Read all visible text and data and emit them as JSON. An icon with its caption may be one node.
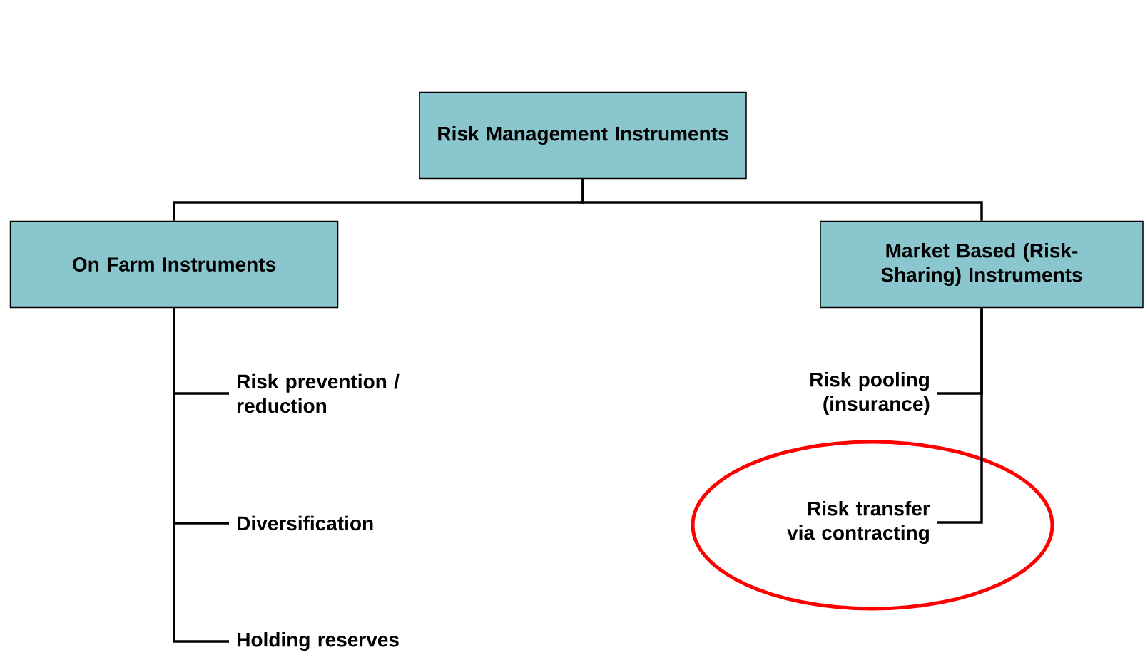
{
  "diagram": {
    "nodes": [
      {
        "text": [
          "Risk Management Instruments"
        ]
      },
      {
        "text": [
          "On Farm Instruments"
        ]
      },
      {
        "text": [
          "Market Based (Risk-Sharing) Instruments"
        ]
      },
      {
        "text": [
          "Risk prevention / reduction"
        ]
      },
      {
        "text": [
          "Diversification"
        ]
      },
      {
        "text": [
          "Holding reserves"
        ]
      },
      {
        "text": [
          "Risk pooling (insurance)"
        ]
      },
      {
        "text": [
          "Risk transfer via contracting"
        ]
      }
    ],
    "edges": [
      {
        "from": 0,
        "to": 1,
        "arrow": "none"
      },
      {
        "from": 0,
        "to": 2,
        "arrow": "none"
      },
      {
        "from": 1,
        "to": 3,
        "arrow": "none"
      },
      {
        "from": 1,
        "to": 4,
        "arrow": "none"
      },
      {
        "from": 1,
        "to": 5,
        "arrow": "none"
      },
      {
        "from": 2,
        "to": 6,
        "arrow": "none"
      },
      {
        "from": 2,
        "to": 7,
        "arrow": "none"
      }
    ]
  }
}
